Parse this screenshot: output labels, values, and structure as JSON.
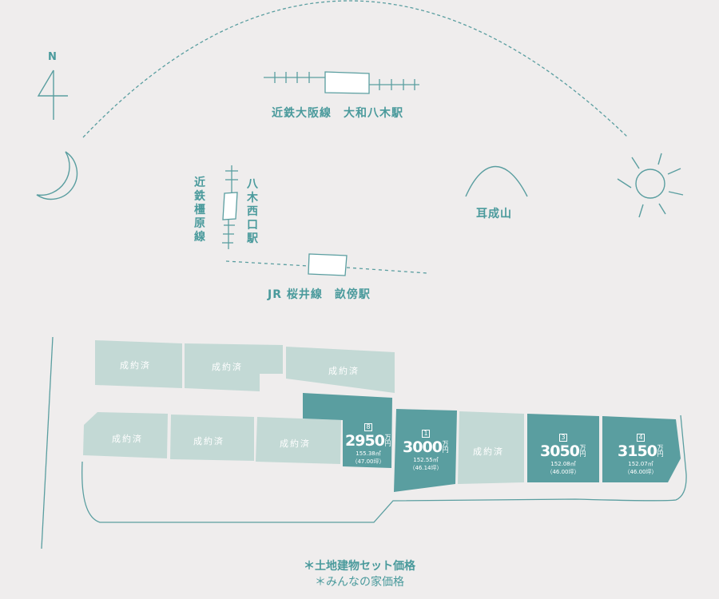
{
  "compass": {
    "label": "N"
  },
  "landmarks": {
    "kintetsu_osaka": "近鉄大阪線　大和八木駅",
    "kintetsu_kashihara": [
      "近",
      "鉄",
      "橿",
      "原",
      "線"
    ],
    "yagi_nishiguchi": [
      "八",
      "木",
      "西",
      "口",
      "駅"
    ],
    "mountain": "耳成山",
    "jr_sakurai": "JR 桜井線　畝傍駅"
  },
  "sold_label": "成約済",
  "lots": [
    {
      "no": "8",
      "price": "2950",
      "unit": "万円",
      "area": "155.38㎡",
      "tsubo": "（47.00坪）"
    },
    {
      "no": "1",
      "price": "3000",
      "unit": "万円",
      "area": "152.55㎡",
      "tsubo": "（46.14坪）"
    },
    {
      "no": "3",
      "price": "3050",
      "unit": "万円",
      "area": "152.08㎡",
      "tsubo": "（46.00坪）"
    },
    {
      "no": "4",
      "price": "3150",
      "unit": "万円",
      "area": "152.07㎡",
      "tsubo": "（46.00坪）"
    }
  ],
  "notes": {
    "line1": "＊土地建物セット価格",
    "line2": "＊みんなの家価格"
  },
  "colors": {
    "teal": "#5a9ea0",
    "sold": "#c3d9d5",
    "text": "#4a9a9c"
  }
}
